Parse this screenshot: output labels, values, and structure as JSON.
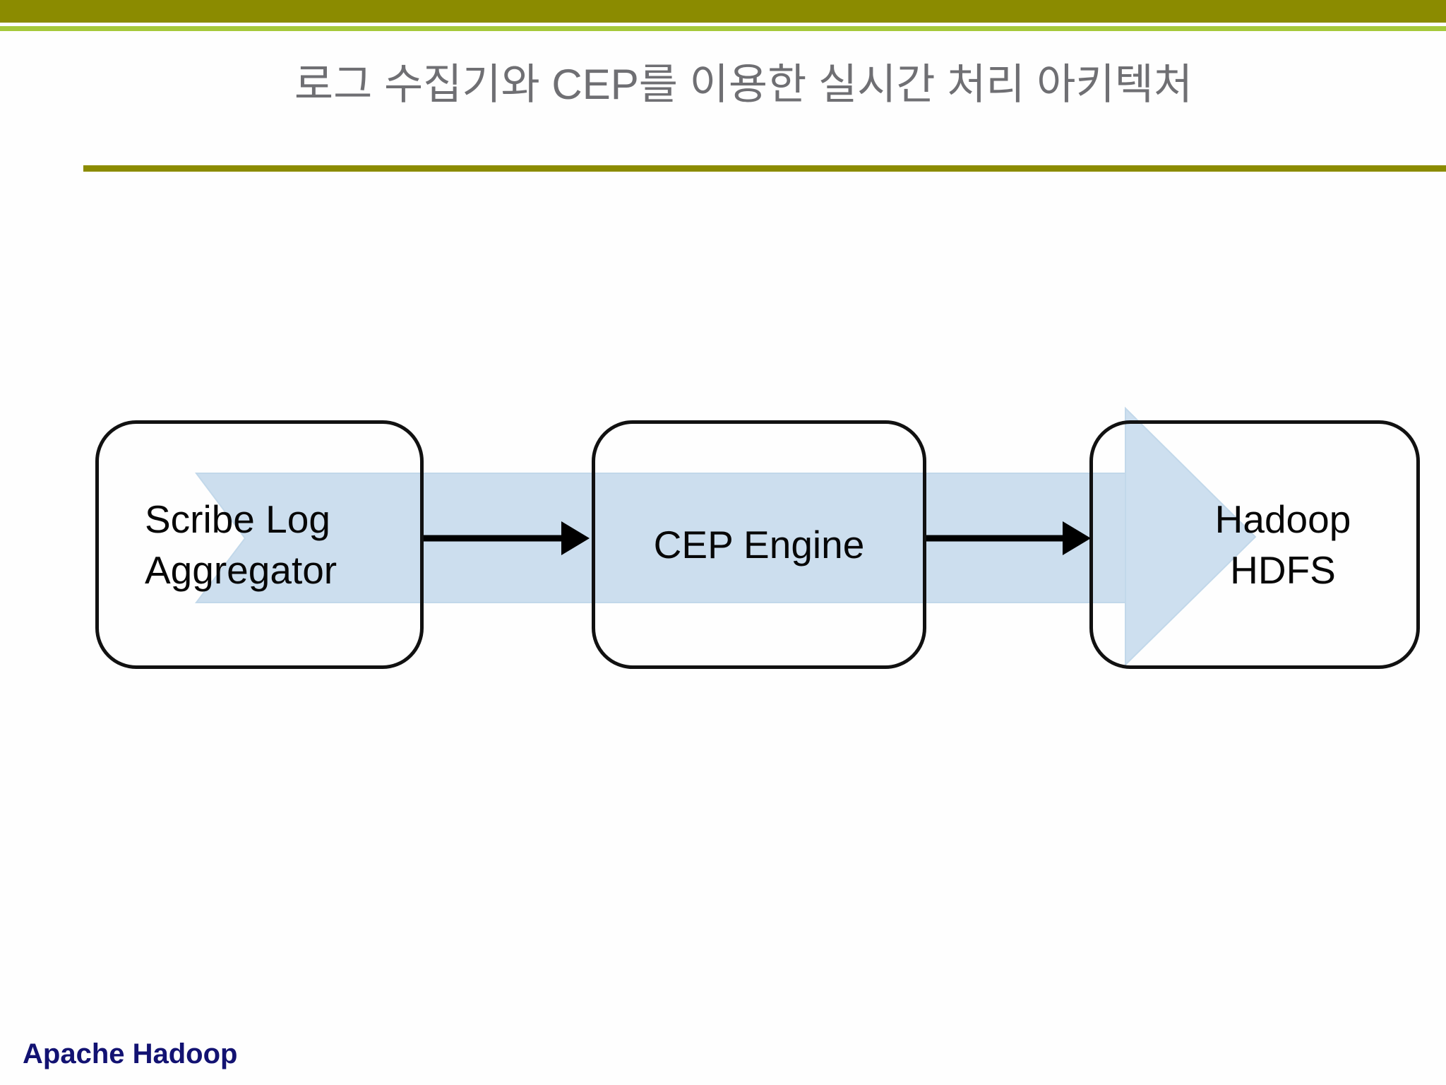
{
  "slide": {
    "title": "로그 수집기와 CEP를 이용한 실시간 처리 아키텍처",
    "footer": "Apache Hadoop"
  },
  "theme": {
    "band_olive": "#8b8b00",
    "band_green": "#a6c93a",
    "title_color": "#6f6f73",
    "rule_color": "#8b8b00",
    "footer_color": "#121272",
    "flow_fill": "#ccdeee",
    "flow_stroke": "#b3cfe4",
    "node_border": "#111111",
    "node_text": "#070707",
    "connector_color": "#000000",
    "background": "#fefefe"
  },
  "diagram": {
    "type": "flow",
    "direction": "left-to-right",
    "nodes": [
      {
        "id": "scribe",
        "lines": [
          "Scribe Log",
          "Aggregator"
        ]
      },
      {
        "id": "cep",
        "lines": [
          "CEP Engine"
        ]
      },
      {
        "id": "hadoop",
        "lines": [
          "Hadoop",
          "HDFS"
        ]
      }
    ],
    "connectors": [
      {
        "from": "scribe",
        "to": "cep",
        "style": "arrow"
      },
      {
        "from": "cep",
        "to": "hadoop",
        "style": "arrow"
      }
    ],
    "flow_band_label": "process-flow-arrow"
  }
}
